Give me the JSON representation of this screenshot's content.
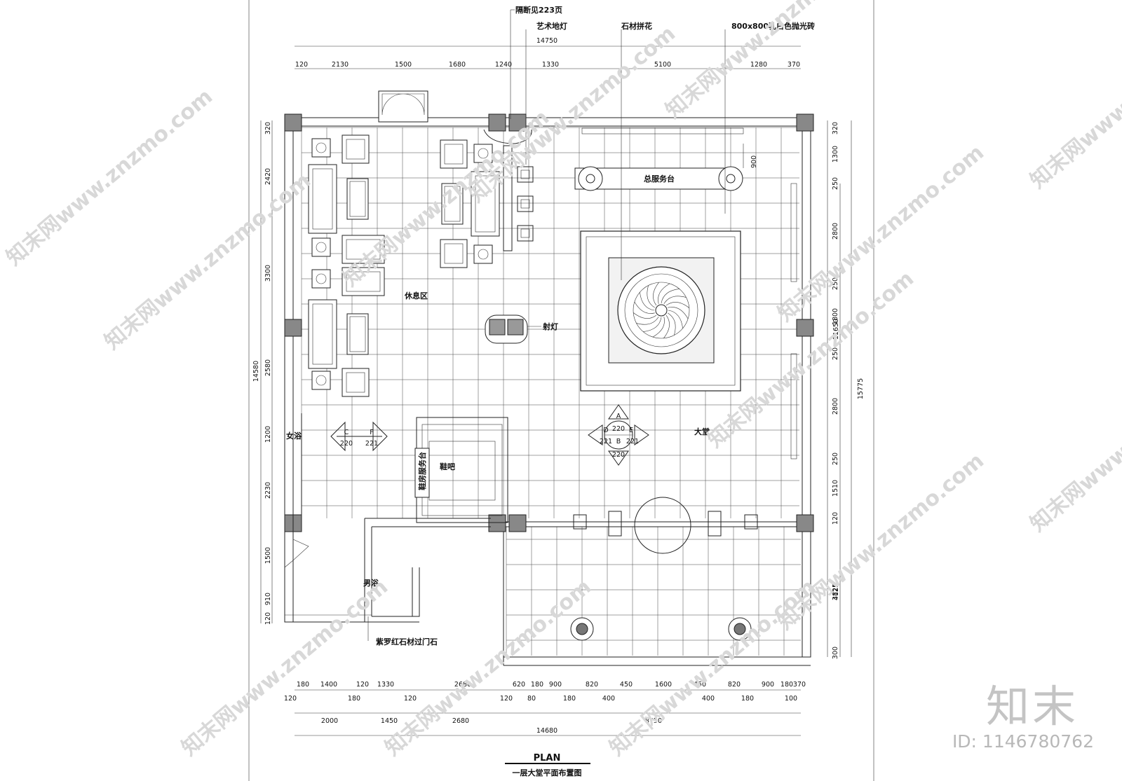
{
  "callouts": {
    "partition": "隔断见223页",
    "floor_lamp": "艺术地灯",
    "stone_inlay": "石材拼花",
    "tile": "800x800乳白色抛光砖",
    "spotlight": "射灯",
    "threshold": "紫罗红石材过门石"
  },
  "rooms": {
    "lounge": "休息区",
    "front_desk": "总服务台",
    "lobby": "大堂",
    "women": "女浴",
    "men": "男浴",
    "shoe_bar": "鞋吧",
    "shoe_desk": "鞋房服务台"
  },
  "elevation_marks": {
    "left_a": "C",
    "left_b": "F",
    "left_n1": "220",
    "left_n2": "221",
    "top": "A",
    "top_n": "220",
    "left": "D",
    "left_n": "221",
    "right": "E",
    "right_n": "221",
    "bottom": "B",
    "bottom_n": "220"
  },
  "dims": {
    "top_total": "14750",
    "top_row": [
      "120",
      "2130",
      "1500",
      "1680",
      "1240",
      "1330",
      "5100",
      "1280",
      "370"
    ],
    "left_total": "14580",
    "left_row": [
      "320",
      "2420",
      "3300",
      "2580",
      "1200",
      "2230",
      "1500",
      "910",
      "120"
    ],
    "right_row": [
      "320",
      "1300",
      "250",
      "2800",
      "250",
      "1800",
      "250",
      "2800",
      "250",
      "1510",
      "120",
      "3825",
      "300"
    ],
    "right_mid_total": "11650",
    "right_sub_total": "4125",
    "right_total": "15775",
    "front_desk_depth": "900",
    "bottom_row1": [
      "180",
      "1400",
      "120",
      "1330",
      "2680",
      "620",
      "180",
      "900",
      "820",
      "450",
      "1600",
      "450",
      "820",
      "900",
      "180",
      "370"
    ],
    "bottom_row2": [
      "120",
      "180",
      "120",
      "120",
      "80",
      "180",
      "400",
      "400",
      "180",
      "100"
    ],
    "bottom_row3": [
      "2000",
      "1450",
      "2680",
      "8750"
    ],
    "bottom_total": "14680"
  },
  "title": {
    "main": "PLAN",
    "sub": "一层大堂平面布置图"
  },
  "watermark": {
    "text": "知末网www.znzmo.com",
    "brand": "知末",
    "id": "ID: 1146780762"
  }
}
